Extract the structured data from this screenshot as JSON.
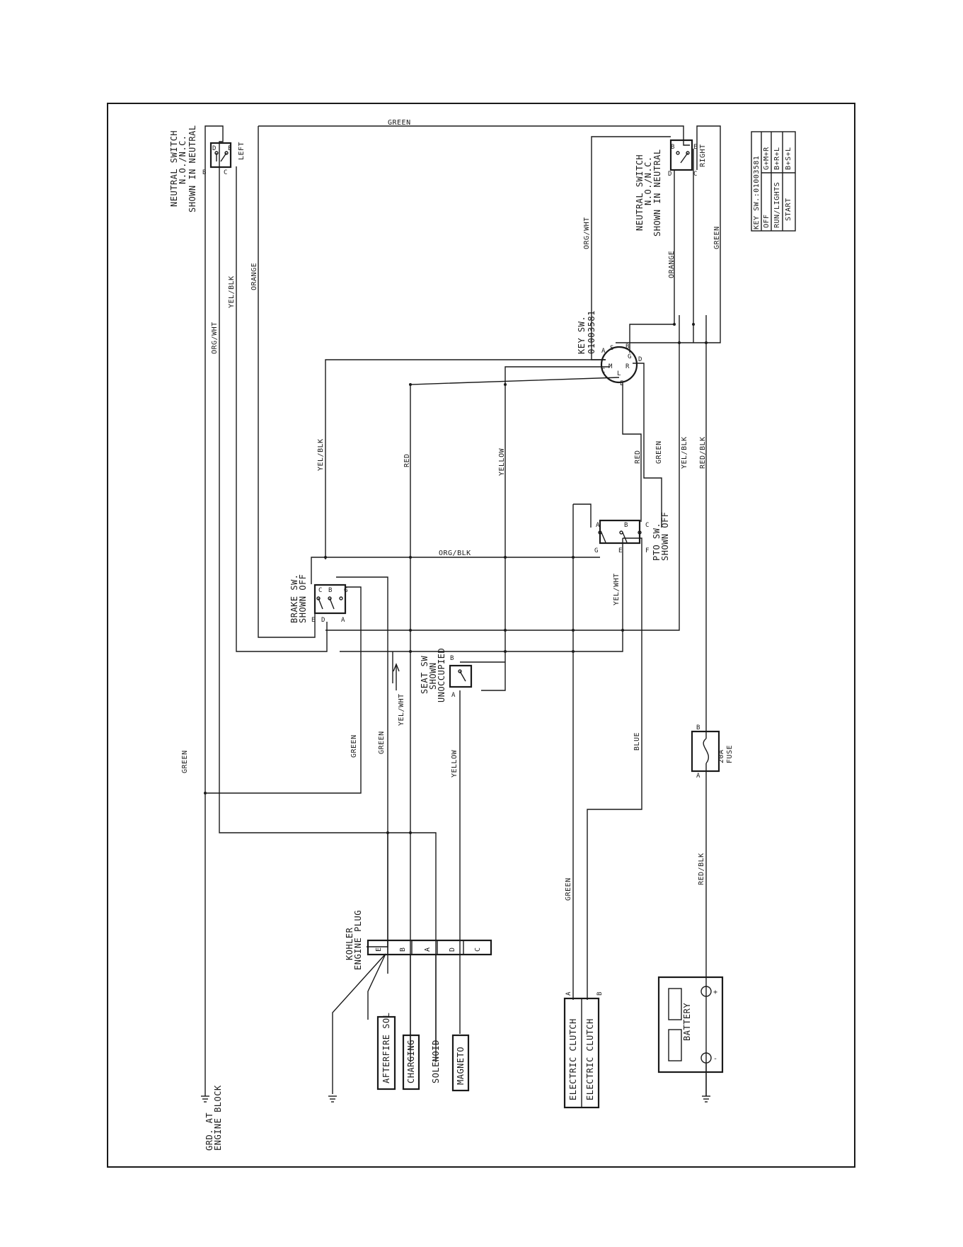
{
  "key_switch_table": {
    "title": "KEY SW.:01003581",
    "rows": [
      {
        "position": "OFF",
        "contacts": "G+M+R"
      },
      {
        "position": "RUN/LIGHTS",
        "contacts": "B+R+L"
      },
      {
        "position": "START",
        "contacts": "B+S+L"
      }
    ]
  },
  "components": {
    "neutral_left": {
      "label1": "NEUTRAL SWITCH",
      "label2": "N.O./N.C.",
      "label3": "SHOWN IN NEUTRAL",
      "side": "LEFT",
      "pins": [
        "D",
        "E",
        "B",
        "C"
      ]
    },
    "neutral_right": {
      "label1": "NEUTRAL SWITCH",
      "label2": "N.O./N.C.",
      "label3": "SHOWN IN NEUTRAL",
      "side": "RIGHT",
      "pins": [
        "B",
        "E",
        "D",
        "C"
      ]
    },
    "key_switch": {
      "label1": "KEY SW.",
      "label2": "01003581",
      "pins": [
        "A",
        "S",
        "B",
        "G",
        "R",
        "C",
        "M",
        "L",
        "E",
        "D"
      ]
    },
    "pto_switch": {
      "label1": "PTO SW.",
      "label2": "SHOWN OFF",
      "pins": [
        "A",
        "B",
        "C",
        "G",
        "E",
        "F"
      ]
    },
    "brake_switch": {
      "label1": "BRAKE SW.",
      "label2": "SHOWN OFF",
      "pins": [
        "C",
        "B",
        "G",
        "E",
        "D",
        "A"
      ]
    },
    "seat_switch": {
      "label1": "SEAT SW",
      "label2": "SHOWN",
      "label3": "UNOCCUPIED",
      "pins": [
        "B",
        "A"
      ]
    },
    "fuse": {
      "label1": "20A",
      "label2": "FUSE",
      "pins": [
        "B",
        "A"
      ]
    },
    "engine_plug": {
      "label1": "KOHLER",
      "label2": "ENGINE PLUG",
      "pins": [
        "E",
        "B",
        "A",
        "D",
        "C"
      ]
    },
    "afterfire": {
      "label": "AFTERFIRE SOL"
    },
    "charging": {
      "label": "CHARGING"
    },
    "solenoid": {
      "label": "SOLENOID"
    },
    "magneto": {
      "label": "MAGNETO"
    },
    "clutch": {
      "label1": "ELECTRIC CLUTCH",
      "label2": "ELECTRIC CLUTCH",
      "pin_a": "A",
      "pin_b": "B"
    },
    "battery": {
      "label": "BATTERY",
      "plus": "+",
      "minus": "-"
    },
    "ground_engine": {
      "label1": "GRD. AT",
      "label2": "ENGINE BLOCK"
    }
  },
  "wires": {
    "green_top": "GREEN",
    "org_wht_left": "ORG/WHT",
    "yel_blk_left": "YEL/BLK",
    "orange_left": "ORANGE",
    "org_wht_right": "ORG/WHT",
    "orange_right": "ORANGE",
    "green_right": "GREEN",
    "yel_blk_mid": "YEL/BLK",
    "red_mid": "RED",
    "yellow_mid": "YELLOW",
    "red_pto": "RED",
    "green_pto": "GREEN",
    "yel_blk_pto": "YEL/BLK",
    "red_blk_pto": "RED/BLK",
    "org_blk": "ORG/BLK",
    "yel_wht_pto": "YEL/WHT",
    "yel_wht_seat": "YEL/WHT",
    "green_left_long": "GREEN",
    "green_a": "GREEN",
    "green_b": "GREEN",
    "yellow_low": "YELLOW",
    "blue": "BLUE",
    "green_clutch": "GREEN",
    "red_blk_batt": "RED/BLK"
  }
}
